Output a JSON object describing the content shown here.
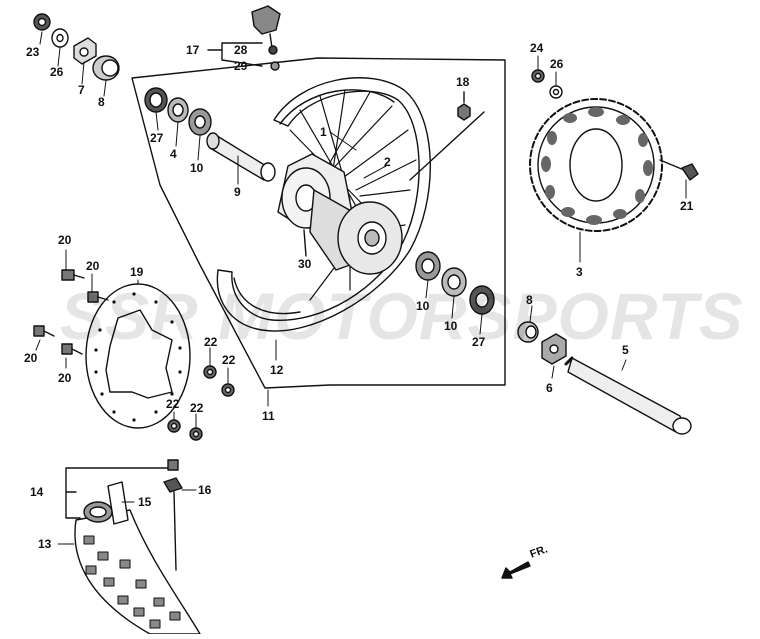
{
  "watermark": "SSR MOTORSPORTS",
  "direction_label": "FR.",
  "callouts": {
    "c23": "23",
    "c26a": "26",
    "c7": "7",
    "c8a": "8",
    "c17": "17",
    "c28": "28",
    "c29": "29",
    "c27a": "27",
    "c4": "4",
    "c10a": "10",
    "c9": "9",
    "c1": "1",
    "c2": "2",
    "c18": "18",
    "c30": "30",
    "c24": "24",
    "c26b": "26",
    "c21": "21",
    "c3": "3",
    "c20a": "20",
    "c20b": "20",
    "c19": "19",
    "c20c": "20",
    "c20d": "20",
    "c22a": "22",
    "c22b": "22",
    "c22c": "22",
    "c22d": "22",
    "c12": "12",
    "c11": "11",
    "c10b": "10",
    "c10c": "10",
    "c27b": "27",
    "c8b": "8",
    "c6": "6",
    "c5": "5",
    "c14": "14",
    "c15": "15",
    "c16": "16",
    "c13": "13"
  }
}
